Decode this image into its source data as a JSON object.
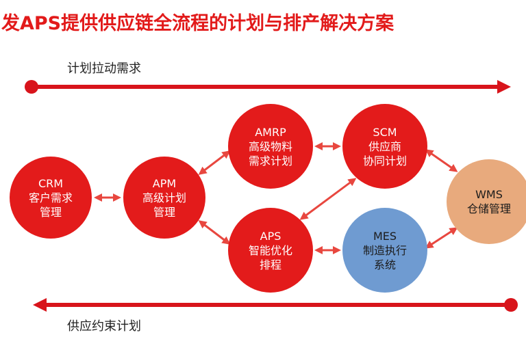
{
  "title": "发APS提供供应链全流程的计划与排产解决方案",
  "flow": {
    "top_label": "计划拉动需求",
    "bottom_label": "供应约束计划"
  },
  "nodes": {
    "crm": {
      "name": "CRM",
      "line1": "客户需求",
      "line2": "管理"
    },
    "apm": {
      "name": "APM",
      "line1": "高级计划",
      "line2": "管理"
    },
    "amrp": {
      "name": "AMRP",
      "line1": "高级物料",
      "line2": "需求计划"
    },
    "aps": {
      "name": "APS",
      "line1": "智能优化",
      "line2": "排程"
    },
    "scm": {
      "name": "SCM",
      "line1": "供应商",
      "line2": "协同计划"
    },
    "mes": {
      "name": "MES",
      "line1": "制造执行",
      "line2": "系统"
    },
    "wms": {
      "name": "WMS",
      "line1": "仓储管理"
    }
  },
  "colors": {
    "accent_red": "#e31b1b",
    "title_red": "#e21a1a",
    "mes_blue": "#6f9bd1",
    "wms_tan": "#e8aa7d",
    "connector_red": "#e8473f"
  }
}
